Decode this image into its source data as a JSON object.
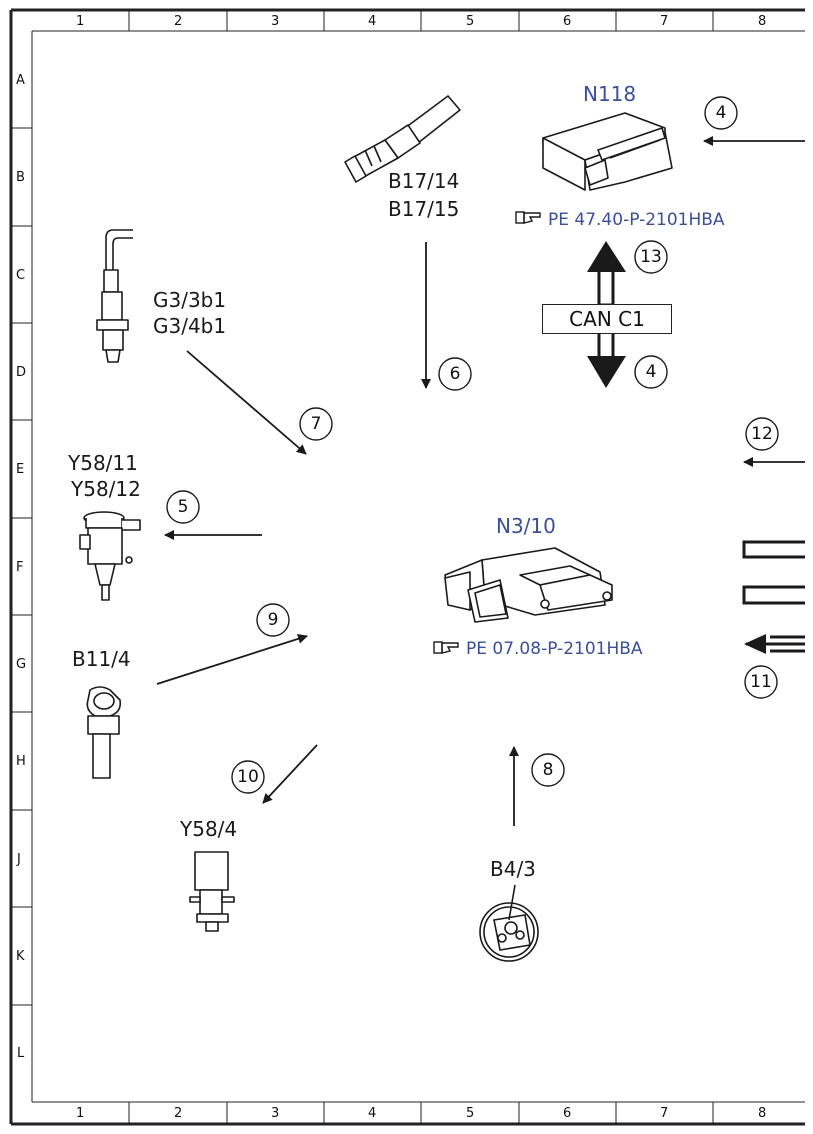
{
  "grid": {
    "columns": [
      "1",
      "2",
      "3",
      "4",
      "5",
      "6",
      "7",
      "8"
    ],
    "rows": [
      "A",
      "B",
      "C",
      "D",
      "E",
      "F",
      "G",
      "H",
      "J",
      "K",
      "L"
    ]
  },
  "colors": {
    "accent": "#3a4f9a",
    "line": "#1a1a1a"
  },
  "components": {
    "n118": {
      "label": "N118",
      "ref": "PE 47.40-P-2101HBA"
    },
    "n3_10": {
      "label": "N3/10",
      "ref": "PE 07.08-P-2101HBA"
    },
    "b17": {
      "label_1": "B17/14",
      "label_2": "B17/15"
    },
    "g3": {
      "label_1": "G3/3b1",
      "label_2": "G3/4b1"
    },
    "y58_11": {
      "label_1": "Y58/11",
      "label_2": "Y58/12"
    },
    "b11_4": {
      "label": "B11/4"
    },
    "y58_4": {
      "label": "Y58/4"
    },
    "b4_3": {
      "label": "B4/3"
    }
  },
  "bus": {
    "label": "CAN C1"
  },
  "callouts": {
    "c4a": "4",
    "c13": "13",
    "c4b": "4",
    "c6": "6",
    "c7": "7",
    "c12": "12",
    "c5": "5",
    "c9": "9",
    "c11": "11",
    "c10": "10",
    "c8": "8"
  },
  "icons": [
    "pointing-hand-icon"
  ]
}
